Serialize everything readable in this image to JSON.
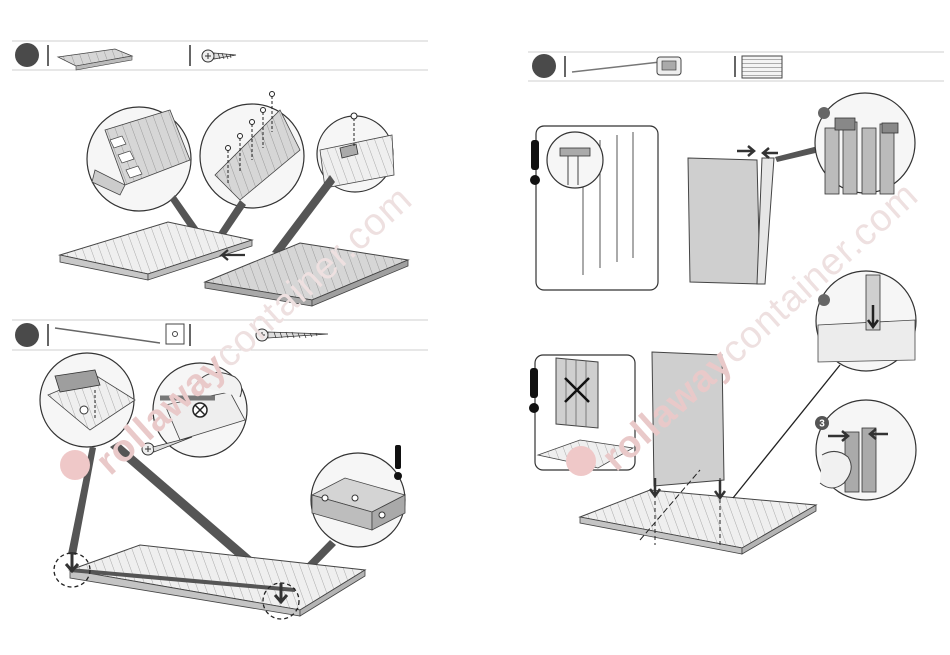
{
  "watermark": {
    "brand": "rollaway",
    "suffix": "container.com"
  },
  "sub_step_label": "3"
}
